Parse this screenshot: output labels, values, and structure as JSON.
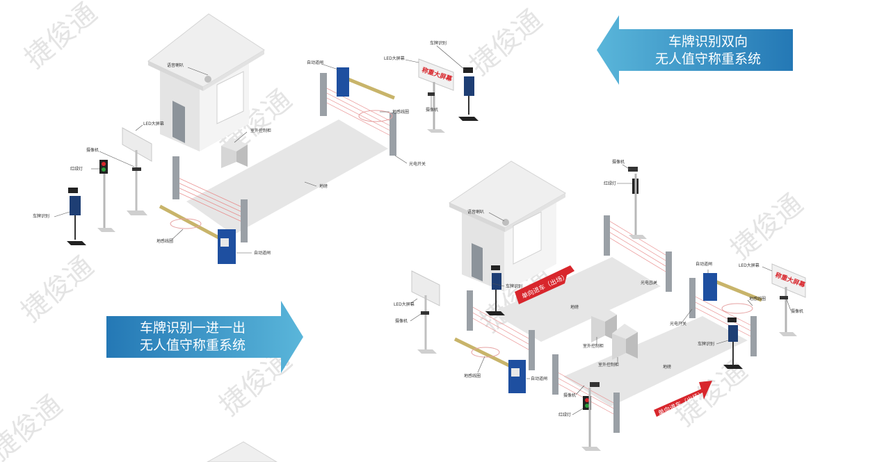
{
  "banners": {
    "top_right": {
      "line1": "车牌识别双向",
      "line2": "无人值守称重系统"
    },
    "bottom_left": {
      "line1": "车牌识别一进一出",
      "line2": "无人值守称重系统"
    }
  },
  "watermark": "捷俊通",
  "scene1": {
    "horn": "语音喇叭",
    "led_screen_top": "LED大屏幕",
    "plate_recog_top": "车牌识别",
    "auto_barrier_top": "自动道闸",
    "loop_top": "地感线圈",
    "camera_top": "摄像机",
    "sign_text": "称重大屏幕",
    "led_screen_left": "LED大屏幕",
    "camera_left": "摄像机",
    "traffic_light": "红绿灯",
    "outdoor_cabinet": "室外控制柜",
    "plate_recog_left": "车牌识别",
    "scale": "地磅",
    "light_switch": "光电开关",
    "loop_bottom": "地感线圈",
    "auto_barrier_bottom": "自动道闸"
  },
  "scene2": {
    "camera_top": "摄像机",
    "traffic_light_top": "红绿灯",
    "horn": "语音喇叭",
    "auto_barrier_right": "自动道闸",
    "led_screen_right": "LED大屏幕",
    "loop_right": "地感线圈",
    "camera_right": "摄像机",
    "light_switch_center": "光电开关",
    "light_switch_right": "光电开关",
    "plate_recog_center": "车牌识别",
    "plate_recog_right": "车牌识别",
    "scale_top": "地磅",
    "scale_bottom": "地磅",
    "led_screen_left": "LED大屏幕",
    "camera_left": "摄像机",
    "cabinet_1": "室外控制柜",
    "cabinet_2": "室外控制柜",
    "loop_left": "地感线圈",
    "auto_barrier_left": "自动道闸",
    "camera_bottom": "摄像机",
    "traffic_light_bottom": "红绿灯",
    "sign_text": "称重大屏幕",
    "arrow_upper": "单向进车（出场）",
    "arrow_lower": "单向进车（出场）"
  },
  "colors": {
    "banner_light": "#5ab6da",
    "banner_dark": "#2478b5",
    "barrier_box": "#1e4fa0",
    "arrow_red": "#d8262c",
    "scale_gray": "#e6e6e6",
    "booth_wall": "#f2f2f2"
  }
}
